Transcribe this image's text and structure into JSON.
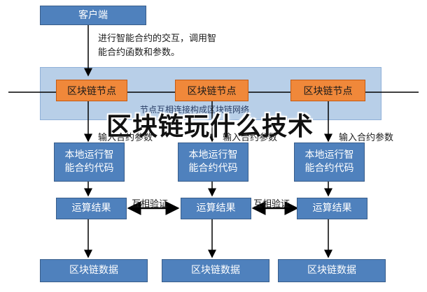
{
  "client": {
    "label": "客户端"
  },
  "interaction_note": {
    "line1": "进行智能合约的交互，调用智",
    "line2": "能合约函数和参数。"
  },
  "network": {
    "label": "节点互相连接构成区块链网络"
  },
  "nodes": [
    {
      "label": "区块链节点"
    },
    {
      "label": "区块链节点"
    },
    {
      "label": "区块链节点"
    }
  ],
  "input_labels": [
    "输入合约参数",
    "输入合约参数",
    "输入合约参数"
  ],
  "exec_boxes": [
    {
      "line1": "本地运行智",
      "line2": "能合约代码"
    },
    {
      "line1": "本地运行智",
      "line2": "能合约代码"
    },
    {
      "line1": "本地运行智",
      "line2": "能合约代码"
    }
  ],
  "results": [
    {
      "label": "运算结果"
    },
    {
      "label": "运算结果"
    },
    {
      "label": "运算结果"
    }
  ],
  "verify_labels": [
    "互相验证",
    "互相验证"
  ],
  "data_boxes": [
    {
      "label": "区块链数据"
    },
    {
      "label": "区块链数据"
    },
    {
      "label": "区块链数据"
    }
  ],
  "overlay_title": "区块链玩什么技术",
  "colors": {
    "box_blue": "#4f81bd",
    "node_orange": "#f0883a",
    "network_band": "#b8cfe8"
  }
}
